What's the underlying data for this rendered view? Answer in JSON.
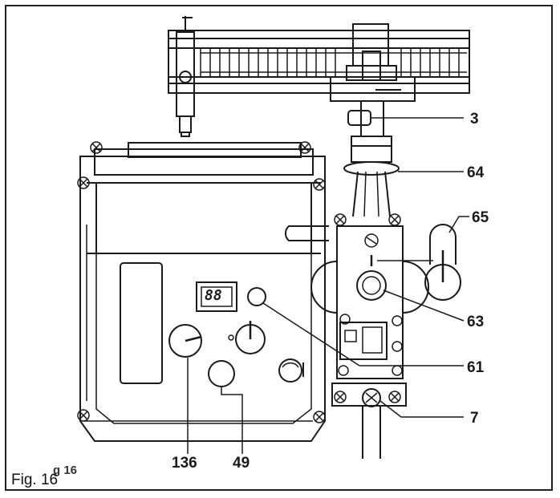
{
  "figure": {
    "caption": "Fig. 16",
    "stray_label": "g  16",
    "display_readout": "88",
    "callouts": [
      "3",
      "64",
      "65",
      "63",
      "61",
      "7",
      "136",
      "49"
    ]
  },
  "colors": {
    "ink": "#1a1a1a",
    "paper": "#ffffff",
    "shade": "#cfcfcf"
  }
}
